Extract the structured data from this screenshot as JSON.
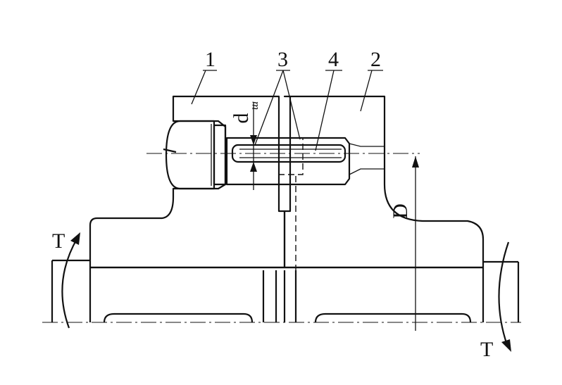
{
  "labels": {
    "part1": "1",
    "part2": "2",
    "part3": "3",
    "part4": "4",
    "dim_d_main": "d",
    "dim_d_sub": "ш",
    "dim_D": "D",
    "torque_left": "T",
    "torque_right": "T"
  }
}
